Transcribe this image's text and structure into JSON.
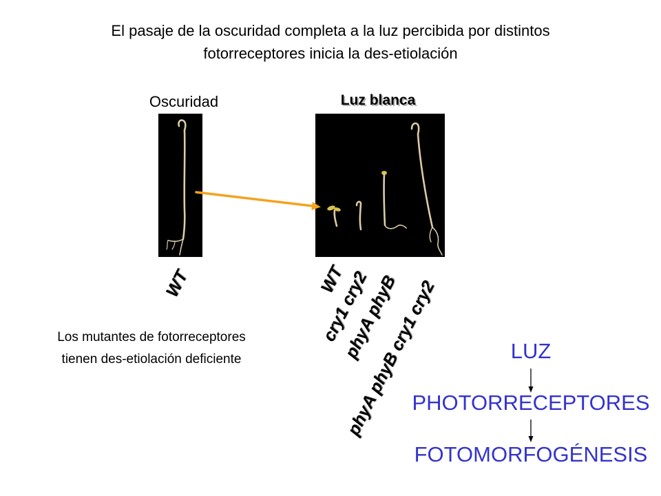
{
  "title": {
    "line1": "El pasaje de la oscuridad completa a la luz percibida por distintos",
    "line2": "fotorreceptores inicia la des-etiolación"
  },
  "panels": {
    "dark": {
      "label": "Oscuridad",
      "genotypes": [
        "WT"
      ]
    },
    "light": {
      "label": "Luz blanca",
      "genotypes": [
        "WT",
        "cry1 cry2",
        "phyA phyB",
        "phyA phyB cry1 cry2"
      ]
    }
  },
  "note": {
    "line1": "Los mutantes de fotorreceptores",
    "line2": "tienen des-etiolación deficiente"
  },
  "flow": {
    "steps": [
      "LUZ",
      "PHOTORRECEPTORES",
      "FOTOMORFOGÉNESIS"
    ]
  },
  "colors": {
    "transition_arrow": "#F5A21E",
    "flow_text": "#3333CC",
    "photo_background": "#000000",
    "seedling": "#DCCBA6",
    "cotyledon": "#D9C24A"
  }
}
